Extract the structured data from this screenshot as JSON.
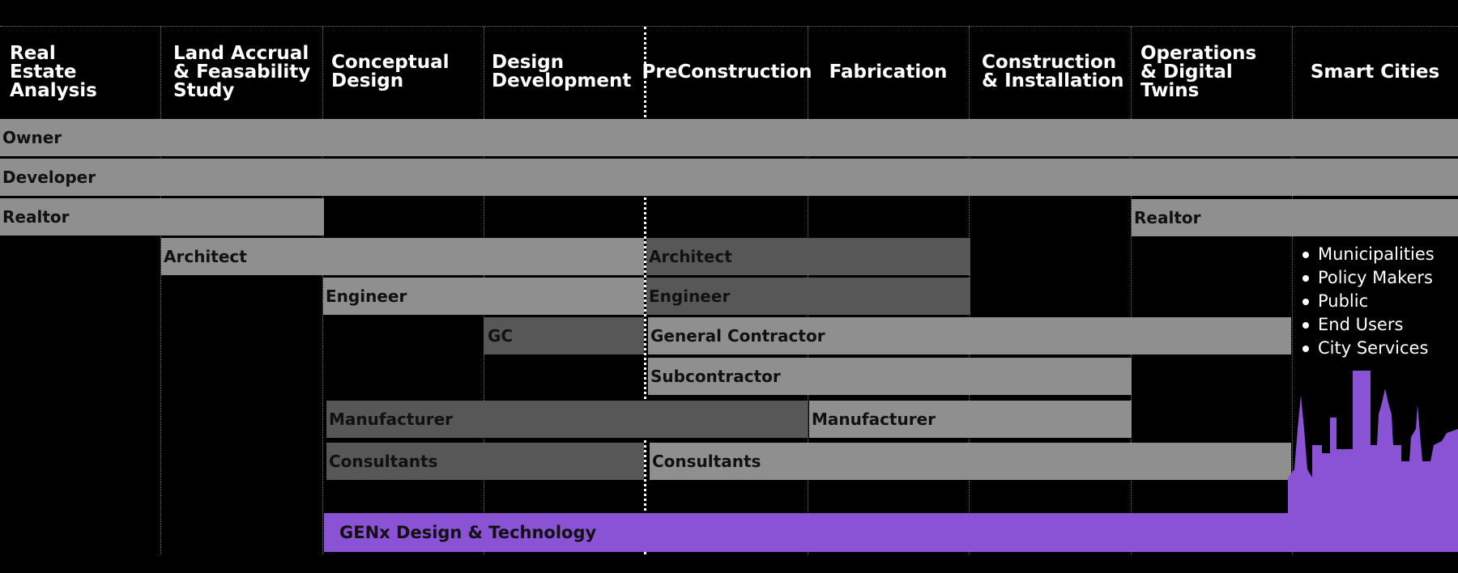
{
  "columns": [
    "Real\nEstate\nAnalysis",
    "Land Accrual\n& Feasability\nStudy",
    "Conceptual\nDesign",
    "Design\nDevelopment",
    "PreConstruction",
    "Fabrication",
    "Construction\n& Installation",
    "Operations\n& Digital Twins",
    "Smart Cities"
  ],
  "rows": {
    "owner": "Owner",
    "developer": "Developer",
    "realtor_early": "Realtor",
    "realtor_late": "Realtor",
    "architect_design": "Architect",
    "architect_build": "Architect",
    "engineer_design": "Engineer",
    "engineer_build": "Engineer",
    "gc_short": "GC",
    "general_contractor": "General Contractor",
    "subcontractor": "Subcontractor",
    "manufacturer_design": "Manufacturer",
    "manufacturer_build": "Manufacturer",
    "consultants_design": "Consultants",
    "consultants_build": "Consultants",
    "genx": "GENx Design & Technology"
  },
  "smart_cities": [
    "Municipalities",
    "Policy Makers",
    "Public",
    "End Users",
    "City Services"
  ],
  "colors": {
    "background": "#000000",
    "light_bar": "#8f8f8f",
    "dark_bar": "#575757",
    "accent_purple": "#8a52d4"
  },
  "icons": [
    "city-skyline-icon"
  ]
}
